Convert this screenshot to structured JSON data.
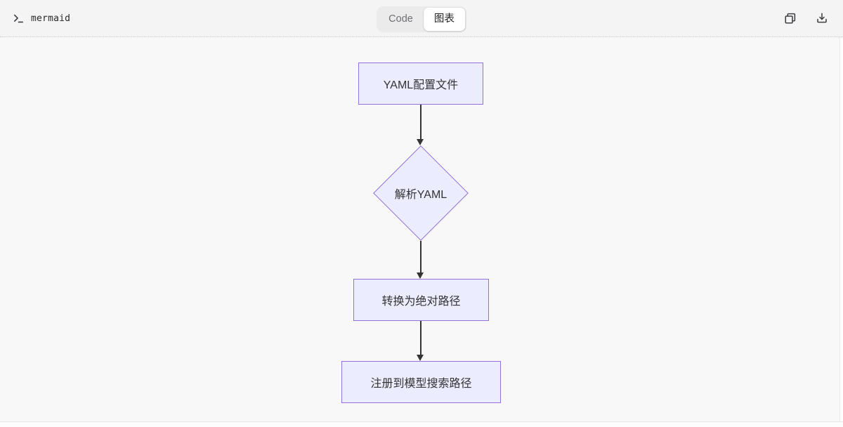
{
  "header": {
    "app_label": "mermaid",
    "view_tabs": {
      "code_label": "Code",
      "diagram_label": "图表",
      "active_tab": "图表"
    },
    "icons": [
      "terminal-icon",
      "copy-icon",
      "download-icon"
    ]
  },
  "diagram": {
    "type": "flowchart",
    "direction": "top-down",
    "nodes": [
      {
        "label": "YAML配置文件",
        "shape": "rect"
      },
      {
        "label": "解析YAML",
        "shape": "diamond"
      },
      {
        "label": "转换为绝对路径",
        "shape": "rect"
      },
      {
        "label": "注册到模型搜索路径",
        "shape": "rect"
      }
    ],
    "edges": [
      {
        "from": "YAML配置文件",
        "to": "解析YAML"
      },
      {
        "from": "解析YAML",
        "to": "转换为绝对路径"
      },
      {
        "from": "转换为绝对路径",
        "to": "注册到模型搜索路径"
      }
    ],
    "colors": {
      "node_fill": "#ECECFF",
      "node_border": "#9370DB",
      "edge": "#333333",
      "canvas_bg": "#f8f8f8",
      "header_bg": "#f4f4f5"
    }
  }
}
